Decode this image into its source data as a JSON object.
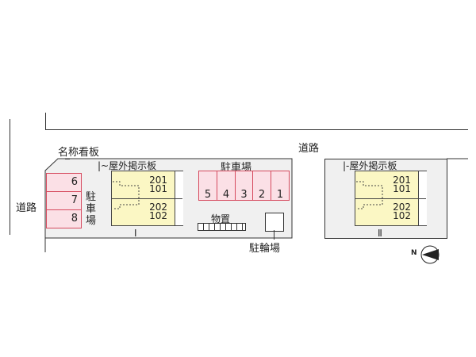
{
  "road_top": "道路",
  "road_left": "道路",
  "sign_name": "名称看板",
  "bulletin_board": "屋外掲示板",
  "parking_label": "駐車場",
  "parking_side": [
    "駐",
    "車",
    "場"
  ],
  "parking_side_spaces": [
    "6",
    "7",
    "8"
  ],
  "parking_top_spaces": [
    "5",
    "4",
    "3",
    "2",
    "1"
  ],
  "storage": "物置",
  "bicycle_parking": "駐輪場",
  "buildings": [
    {
      "name": "Ⅰ",
      "units": [
        [
          "201",
          "101"
        ],
        [
          "202",
          "102"
        ]
      ]
    },
    {
      "name": "Ⅱ",
      "units": [
        [
          "201",
          "101"
        ],
        [
          "202",
          "102"
        ]
      ]
    }
  ],
  "compass": "N"
}
